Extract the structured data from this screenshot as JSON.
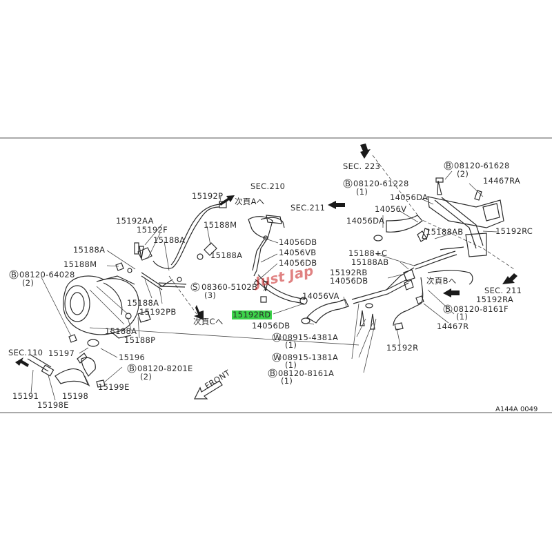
{
  "diagram": {
    "watermark": "Just Jap",
    "figure_code": "A144A 0049",
    "front": "FRONT",
    "sections": {
      "sec223": "SEC. 223",
      "sec210": "SEC.210",
      "sec211_a": "SEC.211",
      "sec211_b": "SEC. 211",
      "sec110": "SEC.110"
    },
    "next_pages": {
      "a": "次頁Aへ",
      "b": "次頁Bへ",
      "c": "次頁Cへ"
    },
    "parts": {
      "p15192P": "15192P",
      "p15188M_top": "15188M",
      "p15192AA": "15192AA",
      "p15192F": "15192F",
      "p15188A_1": "15188A",
      "p15188A_2": "15188A",
      "p15188A_3": "15188A",
      "p15188A_4": "15188A",
      "p15188A_5": "15188A",
      "p15188M_left": "15188M",
      "p08120_64028": "08120-64028",
      "p08120_64028_qty": "(2)",
      "p15192PB": "15192PB",
      "p15188P": "15188P",
      "p15197": "15197",
      "p15196": "15196",
      "p08120_8201E": "08120-8201E",
      "p08120_8201E_qty": "(2)",
      "p15199E": "15199E",
      "p15191": "15191",
      "p15198": "15198",
      "p15198E": "15198E",
      "p14056DB_1": "14056DB",
      "p14056VB": "14056VB",
      "p14056DB_2": "14056DB",
      "p08360_5102B": "08360-5102B",
      "p08360_5102B_qty": "(3)",
      "p15192RD": "15192RD",
      "p14056VA": "14056VA",
      "p14056DB_3": "14056DB",
      "p08915_4381A": "08915-4381A",
      "p08915_4381A_qty": "(1)",
      "p08915_1381A": "08915-1381A",
      "p08915_1381A_qty": "(1)",
      "p08120_8161A": "08120-8161A",
      "p08120_8161A_qty": "(1)",
      "p08120_61228": "08120-61228",
      "p08120_61228_qty": "(1)",
      "p08120_61628": "08120-61628",
      "p08120_61628_qty": "(2)",
      "p14467RA": "14467RA",
      "p14056DA_1": "14056DA",
      "p14056V": "14056V",
      "p14056DA_2": "14056DA",
      "p15188AB_1": "15188AB",
      "p15192RC": "15192RC",
      "p15188C": "15188+C",
      "p15188AB_2": "15188AB",
      "p15192RB": "15192RB",
      "p14056DB_4": "14056DB",
      "p15192RA": "15192RA",
      "p08120_8161F": "08120-8161F",
      "p08120_8161F_qty": "(1)",
      "p14467R": "14467R",
      "p15192R": "15192R"
    },
    "bolt_symbol": "B",
    "stud_symbol": "S",
    "washer_symbol": "W"
  }
}
